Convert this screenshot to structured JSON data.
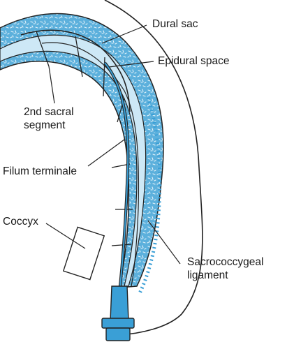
{
  "labels": {
    "dural_sac": "Dural sac",
    "epidural_space": "Epidural space",
    "sacral_segment_line1": "2nd sacral",
    "sacral_segment_line2": "segment",
    "filum_terminale": "Filum terminale",
    "coccyx": "Coccyx",
    "sacrococcygeal_line1": "Sacrococcygeal",
    "sacrococcygeal_line2": "ligament"
  },
  "colors": {
    "bone_fill": "#5cb0dc",
    "bone_speckle": "#e9f5fb",
    "outline": "#222222",
    "background": "#ffffff",
    "needle": "#3a9fd6"
  }
}
